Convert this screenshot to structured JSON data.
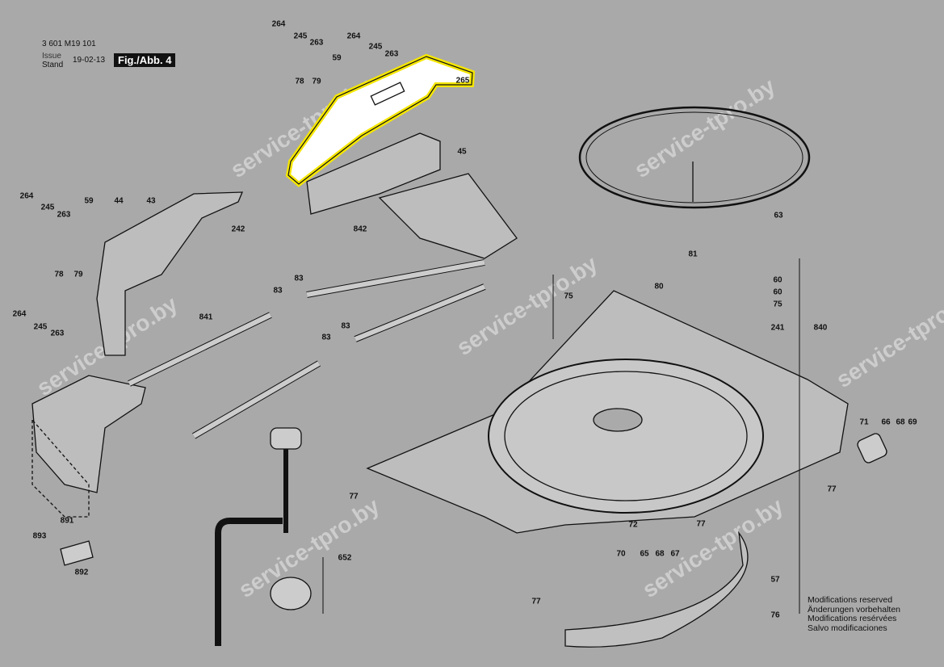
{
  "header": {
    "doc_number": "3 601 M19 101",
    "issue_label": "Issue",
    "stand_label": "Stand",
    "date": "19-02-13",
    "figure": "Fig./Abb. 4"
  },
  "highlight_color": "#f5e600",
  "labels": [
    "264",
    "245",
    "263",
    "264",
    "245",
    "263",
    "59",
    "78",
    "79",
    "265",
    "45",
    "264",
    "59",
    "44",
    "43",
    "245",
    "263",
    "242",
    "842",
    "78",
    "79",
    "83",
    "83",
    "81",
    "60",
    "80",
    "60",
    "75",
    "75",
    "264",
    "841",
    "83",
    "83",
    "245",
    "263",
    "241",
    "840",
    "63",
    "71",
    "66",
    "68",
    "69",
    "77",
    "77",
    "891",
    "893",
    "892",
    "72",
    "77",
    "652",
    "70",
    "65",
    "68",
    "67",
    "57",
    "77",
    "76"
  ],
  "modifications": [
    "Modifications reserved",
    "Änderungen vorbehalten",
    "Modifications resérvées",
    "Salvo modificaciones"
  ],
  "watermark": "service-tpro.by"
}
